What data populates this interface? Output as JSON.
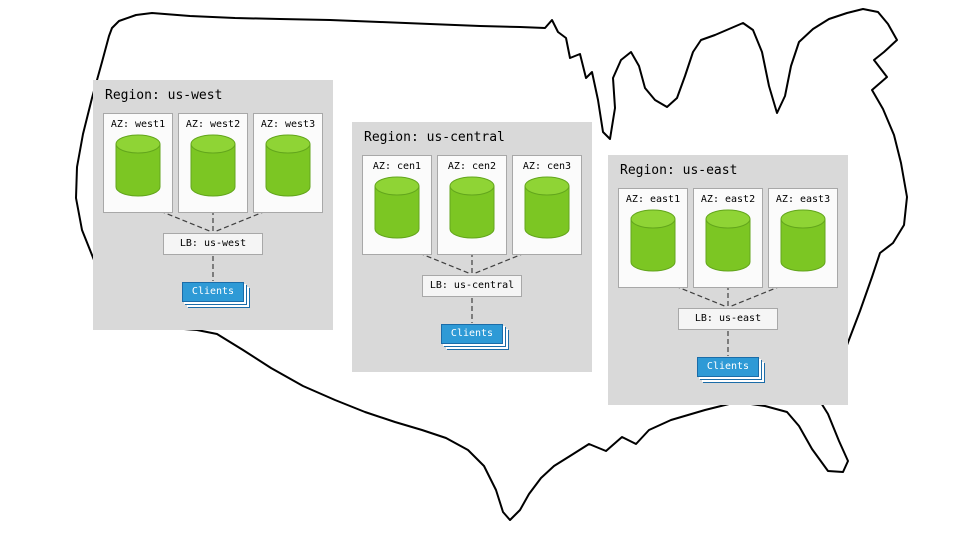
{
  "map": {
    "name": "continental-us-outline"
  },
  "regions": [
    {
      "title": "Region: us-west",
      "azs": [
        "AZ: west1",
        "AZ: west2",
        "AZ: west3"
      ],
      "lb": "LB: us-west",
      "clients": "Clients"
    },
    {
      "title": "Region: us-central",
      "azs": [
        "AZ: cen1",
        "AZ: cen2",
        "AZ: cen3"
      ],
      "lb": "LB: us-central",
      "clients": "Clients"
    },
    {
      "title": "Region: us-east",
      "azs": [
        "AZ: east1",
        "AZ: east2",
        "AZ: east3"
      ],
      "lb": "LB: us-east",
      "clients": "Clients"
    }
  ],
  "colors": {
    "map_stroke": "#000000",
    "region_bg": "#d9d9d9",
    "az_bg": "#fbfbfb",
    "az_border": "#a8a8a8",
    "lb_bg": "#f5f5f5",
    "cylinder_green": "#7cc623",
    "cylinder_top": "#8fd435",
    "cylinder_stroke": "#63a61c",
    "connector": "#404040",
    "clients_bg": "#2e9ad6",
    "clients_border": "#1b6ca8"
  }
}
